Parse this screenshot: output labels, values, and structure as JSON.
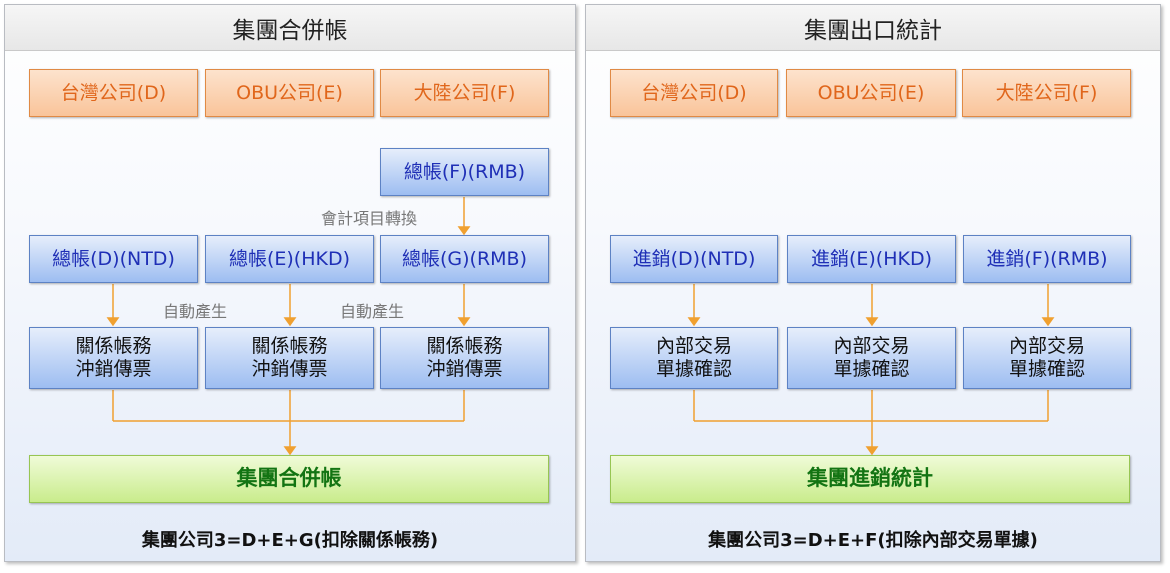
{
  "left": {
    "title": "集團合併帳",
    "companies": [
      "台灣公司(D)",
      "OBU公司(E)",
      "大陸公司(F)"
    ],
    "ledger_f": "總帳(F)(RMB)",
    "conversion_note": "會計項目轉換",
    "ledgers": [
      "總帳(D)(NTD)",
      "總帳(E)(HKD)",
      "總帳(G)(RMB)"
    ],
    "auto_notes": [
      "自動產生",
      "自動產生"
    ],
    "vouchers": [
      "關係帳務\n沖銷傳票",
      "關係帳務\n沖銷傳票",
      "關係帳務\n沖銷傳票"
    ],
    "result": "集團合併帳",
    "formula": "集團公司3=D+E+G(扣除關係帳務)"
  },
  "right": {
    "title": "集團出口統計",
    "companies": [
      "台灣公司(D)",
      "OBU公司(E)",
      "大陸公司(F)"
    ],
    "sales": [
      "進銷(D)(NTD)",
      "進銷(E)(HKD)",
      "進銷(F)(RMB)"
    ],
    "docs": [
      "內部交易\n單據確認",
      "內部交易\n單據確認",
      "內部交易\n單據確認"
    ],
    "result": "集團進銷統計",
    "formula": "集團公司3=D+E+F(扣除內部交易單據)"
  },
  "colors": {
    "arrow": "#f0a030",
    "company_text": "#e0661b",
    "ledger_text": "#1f2fb6",
    "result_text": "#137413"
  }
}
